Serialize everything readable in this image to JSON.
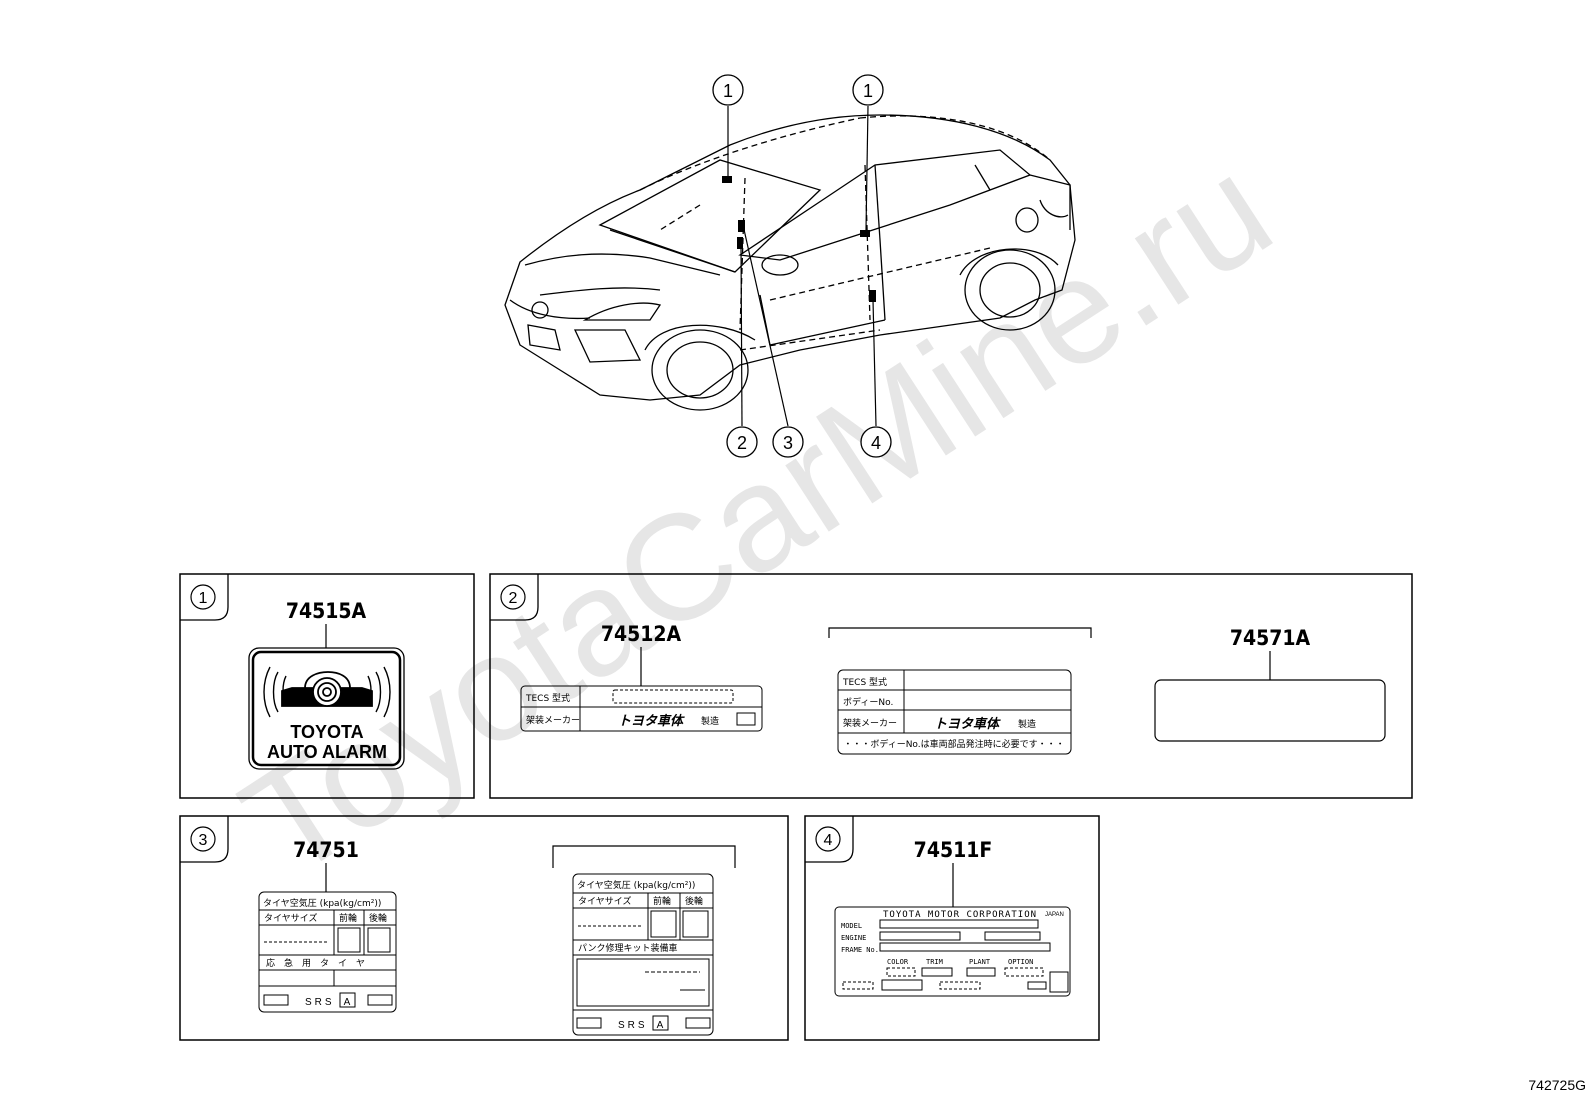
{
  "watermark": "ToyotaCarMine.ru",
  "figure_id": "742725G",
  "callouts": [
    "1",
    "2",
    "3",
    "4"
  ],
  "panels": {
    "p1": {
      "num": "1",
      "part": "74515A",
      "alarm_line1": "TOYOTA",
      "alarm_line2": "AUTO ALARM"
    },
    "p2": {
      "num": "2",
      "part_a": "74512A",
      "part_b": "74571A",
      "small_label": {
        "row1": "TECS 型式",
        "row2": "架装メーカー",
        "maker": "トヨタ車体",
        "maker_suffix": "製造"
      },
      "large_label": {
        "row1": "TECS 型式",
        "row2": "ボディーNo.",
        "row3": "架装メーカー",
        "maker": "トヨタ車体",
        "maker_suffix": "製造",
        "note": "・・・ボディーNo.は車両部品発注時に必要です・・・"
      }
    },
    "p3": {
      "num": "3",
      "part": "74751",
      "label_a": {
        "title": "タイヤ空気圧 (kpa(kg/cm²))",
        "c1": "タイヤサイズ",
        "c2": "前輪",
        "c3": "後輪",
        "row": "応　急　用　タ　イ　ヤ",
        "srs": "SRS",
        "a": "A"
      },
      "label_b": {
        "title": "タイヤ空気圧 (kpa(kg/cm²))",
        "c1": "タイヤサイズ",
        "c2": "前輪",
        "c3": "後輪",
        "row": "パンク修理キット装備車",
        "srs": "SRS",
        "a": "A"
      }
    },
    "p4": {
      "num": "4",
      "part": "74511F",
      "plate": {
        "corp": "TOYOTA MOTOR CORPORATION",
        "japan": "JAPAN",
        "model": "MODEL",
        "engine": "ENGINE",
        "frame": "FRAME No.",
        "color": "COLOR",
        "trim": "TRIM",
        "plant": "PLANT",
        "option": "OPTION"
      }
    }
  }
}
